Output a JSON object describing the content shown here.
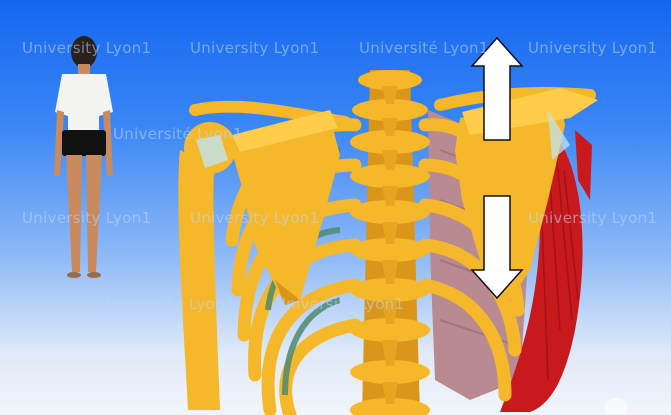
{
  "watermarks": [
    "University Lyon1",
    "University Lyon1",
    "Université Lyon1",
    "University Lyon1",
    "Université Lyon1",
    "University Lyon1",
    "University Lyon1",
    "University Lyon1",
    "Université Lyon1",
    "University Lyon1"
  ],
  "colors": {
    "bone": "#f5b82a",
    "bone_shade": "#d9961a",
    "muscle": "#c8191c",
    "lung": "#b98a92",
    "arrow": "#ffffff"
  },
  "icons": [
    "arrow-up-icon",
    "arrow-down-icon",
    "replay-icon"
  ]
}
